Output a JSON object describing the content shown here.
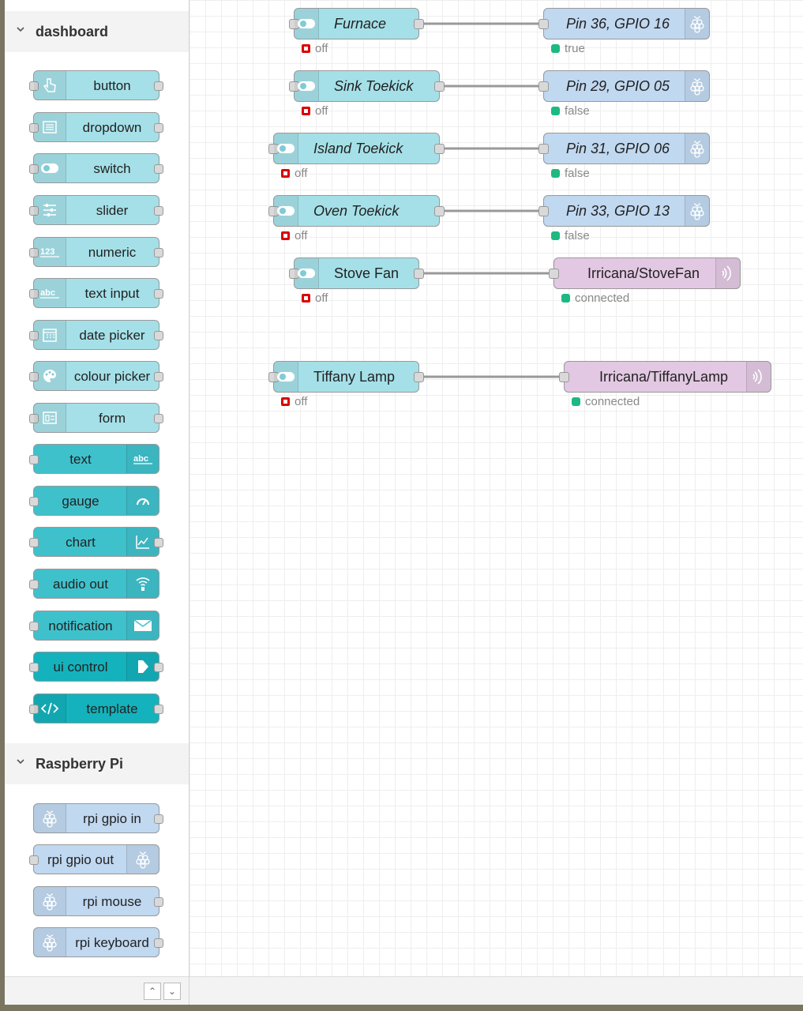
{
  "palette": {
    "categories": [
      {
        "title": "dashboard",
        "nodes": [
          {
            "label": "button",
            "icon": "hand-pointer-icon"
          },
          {
            "label": "dropdown",
            "icon": "list-icon"
          },
          {
            "label": "switch",
            "icon": "toggle-icon"
          },
          {
            "label": "slider",
            "icon": "sliders-icon"
          },
          {
            "label": "numeric",
            "icon": "123-icon"
          },
          {
            "label": "text input",
            "icon": "abc-icon"
          },
          {
            "label": "date picker",
            "icon": "calendar-icon"
          },
          {
            "label": "colour picker",
            "icon": "palette-icon"
          },
          {
            "label": "form",
            "icon": "form-icon"
          },
          {
            "label": "text",
            "icon": "abc-icon"
          },
          {
            "label": "gauge",
            "icon": "gauge-icon"
          },
          {
            "label": "chart",
            "icon": "line-chart-icon"
          },
          {
            "label": "audio out",
            "icon": "audio-out-icon"
          },
          {
            "label": "notification",
            "icon": "envelope-icon"
          },
          {
            "label": "ui control",
            "icon": "arrow-right-icon"
          },
          {
            "label": "template",
            "icon": "code-icon"
          }
        ]
      },
      {
        "title": "Raspberry Pi",
        "nodes": [
          {
            "label": "rpi gpio in",
            "icon": "raspberry-icon"
          },
          {
            "label": "rpi gpio out",
            "icon": "raspberry-icon"
          },
          {
            "label": "rpi mouse",
            "icon": "raspberry-icon"
          },
          {
            "label": "rpi keyboard",
            "icon": "raspberry-icon"
          }
        ]
      }
    ],
    "footer_buttons": [
      "⌃",
      "⌄"
    ]
  },
  "flow": {
    "switches": [
      {
        "label": "Furnace",
        "status": "off"
      },
      {
        "label": "Sink Toekick",
        "status": "off"
      },
      {
        "label": "Island Toekick",
        "status": "off"
      },
      {
        "label": "Oven Toekick",
        "status": "off"
      },
      {
        "label": "Stove Fan",
        "status": "off"
      },
      {
        "label": "Tiffany Lamp",
        "status": "off"
      }
    ],
    "outputs": [
      {
        "label": "Pin 36, GPIO 16",
        "status": "true",
        "kind": "rpi gpio out"
      },
      {
        "label": "Pin 29, GPIO 05",
        "status": "false",
        "kind": "rpi gpio out"
      },
      {
        "label": "Pin 31, GPIO 06",
        "status": "false",
        "kind": "rpi gpio out"
      },
      {
        "label": "Pin 33, GPIO 13",
        "status": "false",
        "kind": "rpi gpio out"
      },
      {
        "label": "Irricana/StoveFan",
        "status": "connected",
        "kind": "mqtt out"
      },
      {
        "label": "Irricana/TiffanyLamp",
        "status": "connected",
        "kind": "mqtt out"
      }
    ]
  },
  "colors": {
    "dashboard_node": "#a5e0e8",
    "gpio_node": "#c0d8f0",
    "mqtt_node": "#e2c8e2",
    "status_off": "#dd0000",
    "status_ok": "#1db981"
  }
}
